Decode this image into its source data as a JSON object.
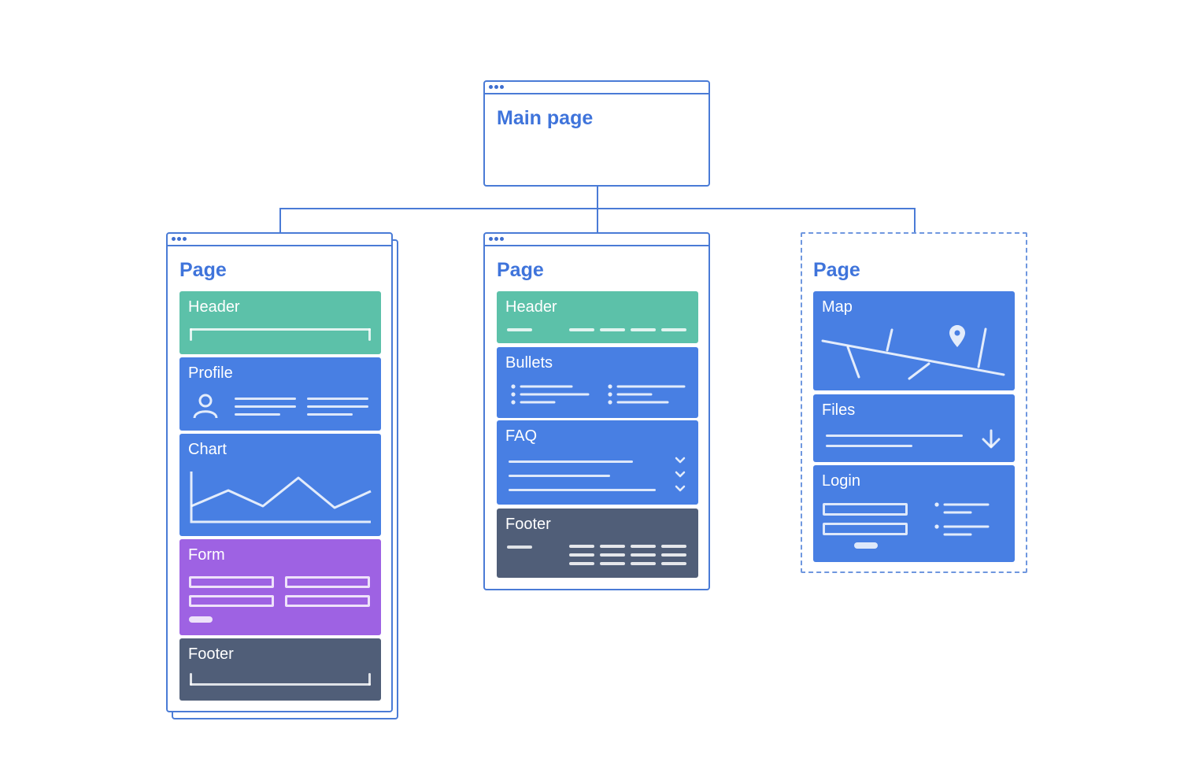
{
  "diagram": {
    "root": {
      "title": "Main page"
    },
    "pages": [
      {
        "title": "Page",
        "stacked": true,
        "blocks": [
          {
            "label": "Header",
            "color": "#5cc1a9"
          },
          {
            "label": "Profile",
            "color": "#487fe3",
            "icon": "user-icon"
          },
          {
            "label": "Chart",
            "color": "#487fe3",
            "icon": "line-chart-icon"
          },
          {
            "label": "Form",
            "color": "#9e62e3"
          },
          {
            "label": "Footer",
            "color": "#505e78"
          }
        ]
      },
      {
        "title": "Page",
        "stacked": false,
        "blocks": [
          {
            "label": "Header",
            "color": "#5cc1a9"
          },
          {
            "label": "Bullets",
            "color": "#487fe3"
          },
          {
            "label": "FAQ",
            "color": "#487fe3",
            "icon": "chevron-down-icon"
          },
          {
            "label": "Footer",
            "color": "#505e78"
          }
        ]
      },
      {
        "title": "Page",
        "dashed": true,
        "blocks": [
          {
            "label": "Map",
            "color": "#487fe3",
            "icon": "map-pin-icon"
          },
          {
            "label": "Files",
            "color": "#487fe3",
            "icon": "download-arrow-icon"
          },
          {
            "label": "Login",
            "color": "#487fe3"
          }
        ]
      }
    ],
    "colors": {
      "outline": "#4a7bd6",
      "title_text": "#3f74db"
    }
  }
}
